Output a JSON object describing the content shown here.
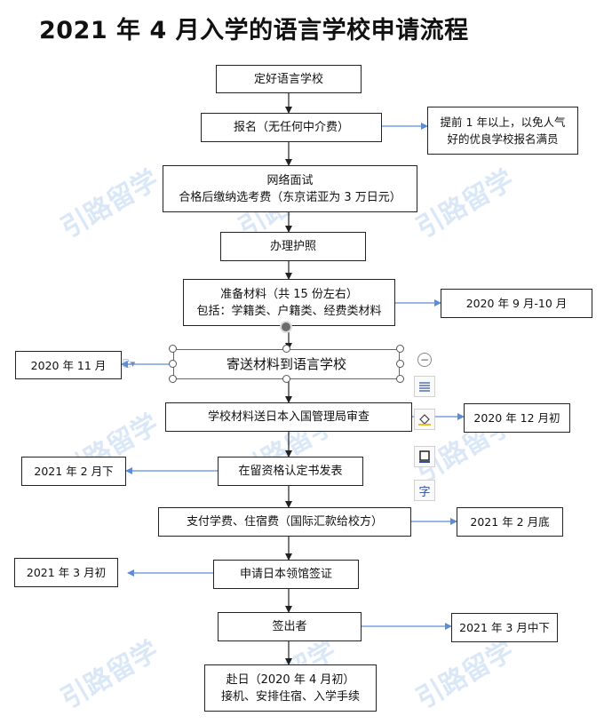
{
  "title": "2021 年 4 月入学的语言学校申请流程",
  "watermark": "引路留学",
  "steps": [
    {
      "id": "s1",
      "lines": [
        "定好语言学校"
      ]
    },
    {
      "id": "s2",
      "lines": [
        "报名（无任何中介费）"
      ]
    },
    {
      "id": "s3",
      "lines": [
        "网络面试",
        "合格后缴纳选考费（东京诺亚为 3 万日元）"
      ]
    },
    {
      "id": "s4",
      "lines": [
        "办理护照"
      ]
    },
    {
      "id": "s5",
      "lines": [
        "准备材料（共 15 份左右）",
        "包括：学籍类、户籍类、经费类材料"
      ]
    },
    {
      "id": "s6",
      "lines": [
        "寄送材料到语言学校"
      ]
    },
    {
      "id": "s7",
      "lines": [
        "学校材料送日本入国管理局审查"
      ]
    },
    {
      "id": "s8",
      "lines": [
        "在留资格认定书发表"
      ]
    },
    {
      "id": "s9",
      "lines": [
        "支付学费、住宿费（国际汇款给校方）"
      ]
    },
    {
      "id": "s10",
      "lines": [
        "申请日本领馆签证"
      ]
    },
    {
      "id": "s11",
      "lines": [
        "签出者"
      ]
    },
    {
      "id": "s12",
      "lines": [
        "赴日（2020 年 4 月初）",
        "接机、安排住宿、入学手续"
      ]
    }
  ],
  "notes": [
    {
      "id": "n1",
      "lines": [
        "提前 1 年以上，以免人气",
        "好的优良学校报名满员"
      ]
    },
    {
      "id": "n2",
      "lines": [
        "2020 年  9 月-10 月"
      ]
    },
    {
      "id": "n3",
      "lines": [
        "2020 年 11 月"
      ]
    },
    {
      "id": "n4",
      "lines": [
        "2020 年 12 月初"
      ]
    },
    {
      "id": "n5",
      "lines": [
        "2021 年  2 月下"
      ]
    },
    {
      "id": "n6",
      "lines": [
        "2021 年  2 月底"
      ]
    },
    {
      "id": "n7",
      "lines": [
        "2021 年  3 月初"
      ]
    },
    {
      "id": "n8",
      "lines": [
        "2021 年 3 月中下"
      ]
    }
  ],
  "toolbar": {
    "icons": [
      "layout-options-icon",
      "shape-fill-icon",
      "shape-outline-icon",
      "text-wrap-icon"
    ],
    "wrap_glyph": "字"
  },
  "colors": {
    "arrow_main": "#222222",
    "arrow_side": "#5b8dd6",
    "watermark": "#78aae1"
  }
}
